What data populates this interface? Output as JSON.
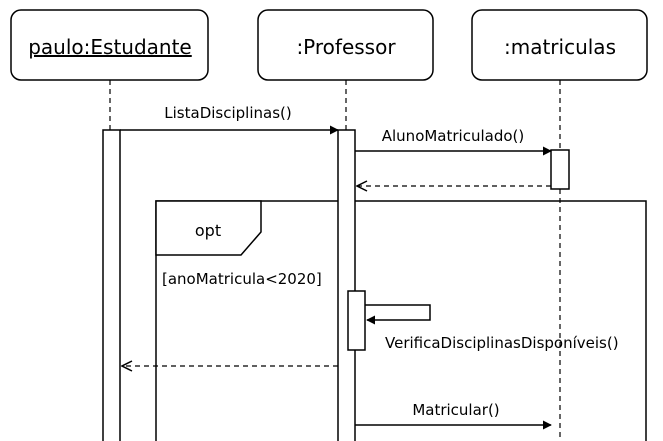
{
  "lifelines": [
    {
      "label": "paulo:Estudante",
      "underlined": true
    },
    {
      "label": ":Professor",
      "underlined": false
    },
    {
      "label": ":matriculas",
      "underlined": false
    }
  ],
  "messages": [
    {
      "label": "ListaDisciplinas()",
      "kind": "sync",
      "from": "paulo:Estudante",
      "to": ":Professor"
    },
    {
      "label": "AlunoMatriculado()",
      "kind": "sync",
      "from": ":Professor",
      "to": ":matriculas"
    },
    {
      "label": "",
      "kind": "return",
      "from": ":matriculas",
      "to": ":Professor"
    },
    {
      "label": "VerificaDisciplinasDisponíveis()",
      "kind": "self",
      "from": ":Professor",
      "to": ":Professor"
    },
    {
      "label": "",
      "kind": "return",
      "from": ":Professor",
      "to": "paulo:Estudante"
    },
    {
      "label": "Matricular()",
      "kind": "sync",
      "from": ":Professor",
      "to": ":matriculas"
    }
  ],
  "fragment": {
    "operator": "opt",
    "guard": "[anoMatricula<2020]"
  },
  "colors": {
    "stroke": "#000000",
    "background": "#ffffff"
  }
}
